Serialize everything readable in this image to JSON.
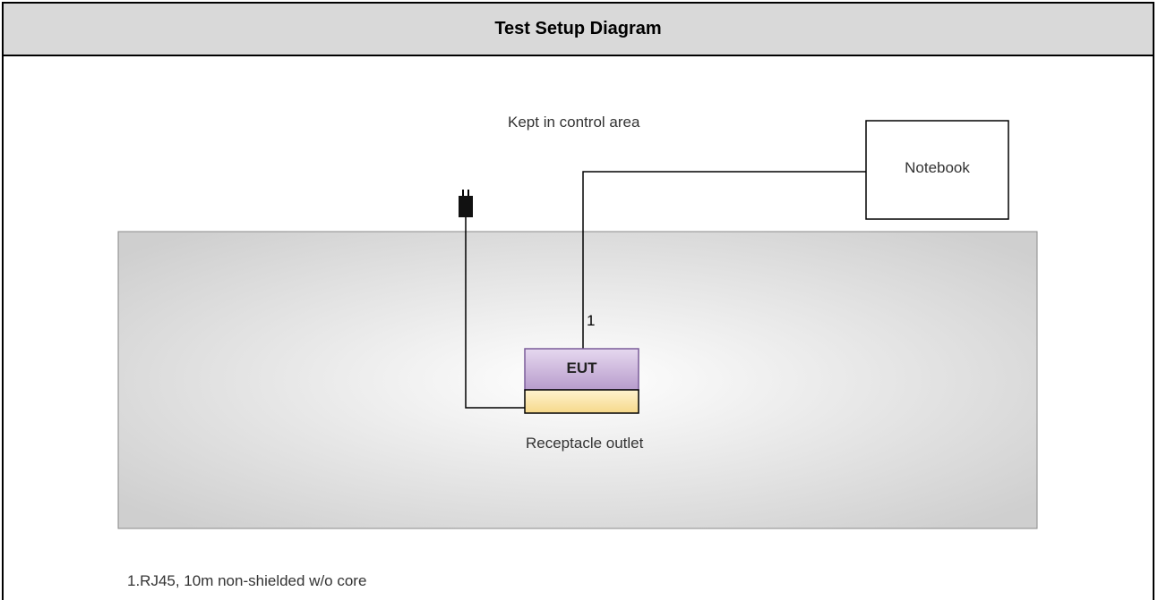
{
  "header": {
    "title": "Test Setup Diagram"
  },
  "diagram": {
    "control_area_label": "Kept in control area",
    "notebook_label": "Notebook",
    "cable_number": "1",
    "eut_label": "EUT",
    "receptacle_label": "Receptacle outlet"
  },
  "footnote": {
    "cable_description": "1.RJ45, 10m non-shielded w/o core"
  },
  "colors": {
    "header_bg": "#d9d9d9",
    "table_fill": "#e0e0e0",
    "eut_fill": "#c9b3d9",
    "eut_border": "#7a5c99",
    "outlet_fill": "#fde7a8",
    "line": "#000000"
  }
}
